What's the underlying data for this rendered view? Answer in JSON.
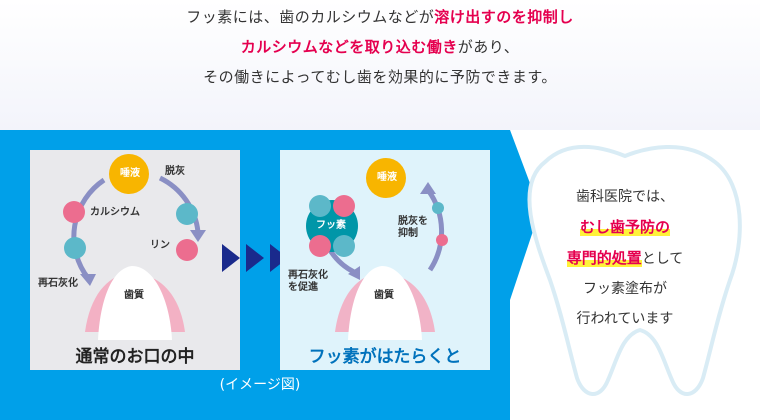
{
  "intro": {
    "line1_pre": "フッ素には、歯のカルシウムなどが",
    "line1_hl": "溶け出すのを抑制し",
    "line2_hl": "カルシウムなどを取り込む働き",
    "line2_post": "があり、",
    "line3": "その働きによってむし歯を効果的に予防できます。"
  },
  "panel_normal": {
    "saliva": "唾液",
    "demineralization": "脱灰",
    "calcium": "カルシウム",
    "phosphorus": "リン",
    "remineralization": "再石灰化",
    "tooth": "歯質",
    "caption": "通常のお口の中"
  },
  "panel_fluoride": {
    "saliva": "唾液",
    "fluoride": "フッ素",
    "demineral_suppress_1": "脱灰を",
    "demineral_suppress_2": "抑制",
    "remineral_promote_1": "再石灰化",
    "remineral_promote_2": "を促進",
    "tooth": "歯質",
    "caption": "フッ素がはたらくと"
  },
  "image_note": "(イメージ図)",
  "tooth_message": {
    "line1": "歯科医院では、",
    "line2_hl": "むし歯予防の",
    "line3_hl": "専門的処置",
    "line3_post": "として",
    "line4": "フッ素塗布が",
    "line5": "行われています"
  },
  "colors": {
    "band_blue": "#00a0e9",
    "accent_pink": "#e5004f",
    "saliva_yellow": "#f8b500",
    "ball_pink": "#ec6d8f",
    "ball_teal": "#5cb8c9",
    "arrow_navy": "#1a2a8c"
  }
}
